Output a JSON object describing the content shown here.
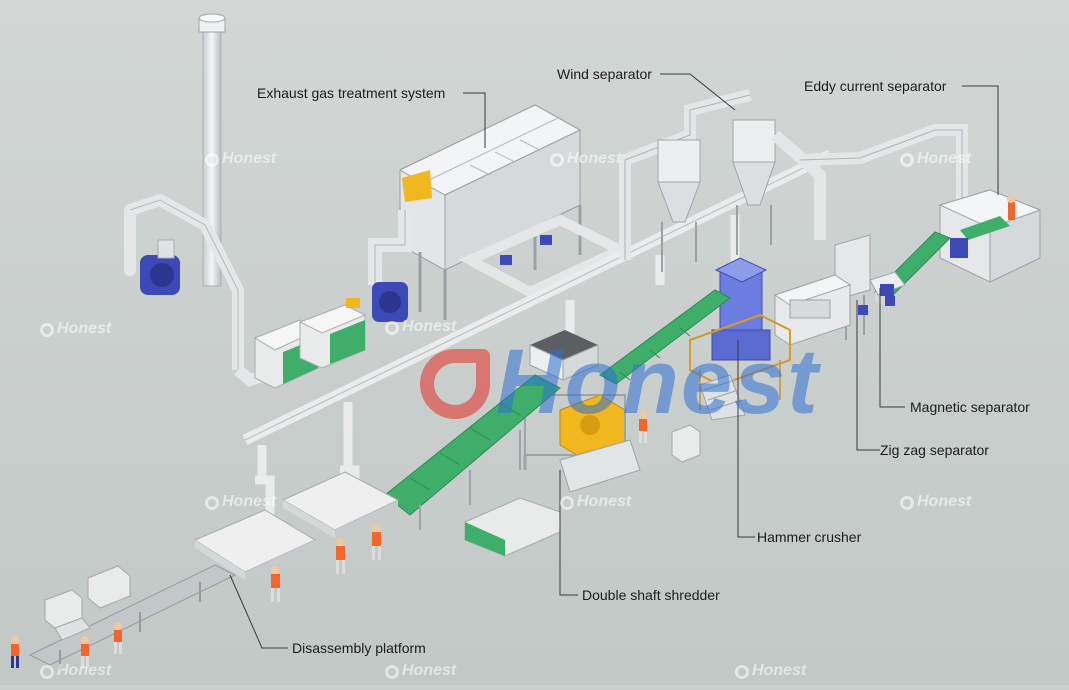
{
  "labels": {
    "exhaust": "Exhaust gas treatment system",
    "wind": "Wind separator",
    "eddy": "Eddy current separator",
    "magnetic": "Magnetic separator",
    "zigzag": "Zig zag separator",
    "hammer": "Hammer crusher",
    "shredder": "Double shaft shredder",
    "disassembly": "Disassembly platform"
  },
  "watermark": {
    "small": "Honest",
    "big": "Honest"
  },
  "colors": {
    "background": "#c9cfcd",
    "machine": "#e6e8e6",
    "conveyor_green": "#3fae6b",
    "motor_blue": "#3c49b6",
    "shredder_yellow": "#f0b71e",
    "worker_orange": "#f2662b"
  }
}
